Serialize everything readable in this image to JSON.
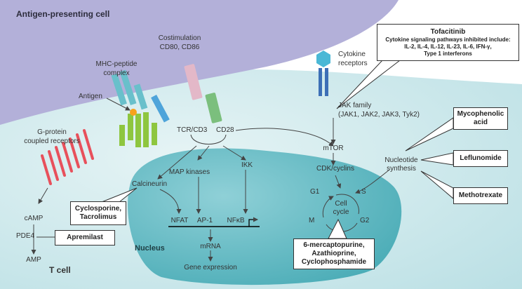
{
  "title": "Antigen-presenting cell",
  "cells": {
    "apc": "Antigen-presenting cell",
    "tcell": "T cell",
    "nucleus": "Nucleus"
  },
  "labels": {
    "costim_1": "Costimulation",
    "costim_2": "CD80, CD86",
    "mhc_1": "MHC-peptide",
    "mhc_2": "complex",
    "antigen": "Antigen",
    "gpcr_1": "G-protein",
    "gpcr_2": "coupled receptors",
    "tcr": "TCR/CD3",
    "cd28": "CD28",
    "cyto_1": "Cytokine",
    "cyto_2": "receptors",
    "jak_1": "JAK family",
    "jak_2": "(JAK1, JAK2, JAK3, Tyk2)",
    "mtor": "mTOR",
    "cdk": "CDK/cyclins",
    "nuc_1": "Nucleotide",
    "nuc_2": "synthesis",
    "mapk": "MAP kinases",
    "ikk": "IKK",
    "calcineurin": "Calcineurin",
    "camp": "cAMP",
    "pde4": "PDE4",
    "amp": "AMP",
    "nfat": "NFAT",
    "ap1": "AP-1",
    "nfkb": "NFκB",
    "mrna": "mRNA",
    "gene": "Gene expression",
    "cycle_1": "Cell",
    "cycle_2": "cycle",
    "g1": "G1",
    "s": "S",
    "g2": "G2",
    "m": "M"
  },
  "drugs": {
    "tofacitinib_title": "Tofacitinib",
    "tofacitinib_l1": "Cytokine signaling pathways inhibited include:",
    "tofacitinib_l2": "IL-2, IL-4, IL-12, IL-23, IL-6, IFN-γ,",
    "tofacitinib_l3": "Type 1 interferons",
    "mycophenolic_1": "Mycophenolic",
    "mycophenolic_2": "acid",
    "leflunomide": "Leflunomide",
    "methotrexate": "Methotrexate",
    "cyclosporine_1": "Cyclosporine,",
    "cyclosporine_2": "Tacrolimus",
    "apremilast": "Apremilast",
    "mp_1": "6-mercaptopurine,",
    "mp_2": "Azathioprine,",
    "mp_3": "Cyclophosphamide"
  },
  "colors": {
    "apc": "#b3b0d9",
    "tcell": "#d4ecef",
    "nucleus": "#5fb9c3",
    "mhc": "#69c0cb",
    "tcr_green": "#8ec63f",
    "costim": "#e3b8c8",
    "cd28": "#7bbf7d",
    "cytokine": "#3d6fb6",
    "gpcr": "#e8505b",
    "antigen": "#f7a21b"
  }
}
